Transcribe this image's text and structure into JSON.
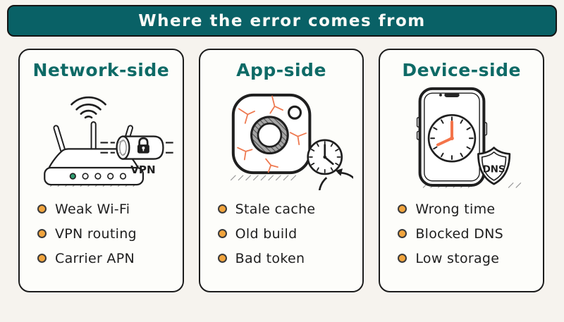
{
  "banner": {
    "title": "Where the error comes from"
  },
  "cards": [
    {
      "title": "Network-side",
      "illustration_icon": "router-wifi-vpn-tunnel-icon",
      "label": "VPN",
      "items": [
        "Weak Wi-Fi",
        "VPN routing",
        "Carrier APN"
      ]
    },
    {
      "title": "App-side",
      "illustration_icon": "cracked-app-refresh-clock-icon",
      "items": [
        "Stale cache",
        "Old build",
        "Bad token"
      ]
    },
    {
      "title": "Device-side",
      "illustration_icon": "phone-clock-dns-shield-icon",
      "label": "DNS",
      "items": [
        "Wrong time",
        "Blocked DNS",
        "Low storage"
      ]
    }
  ],
  "colors": {
    "banner_bg": "#096166",
    "heading_teal": "#0e6a66",
    "bullet_orange": "#f1a43d",
    "accent_coral": "#ee7950",
    "ink": "#1f1f1f",
    "page_bg": "#f6f3ee",
    "card_bg": "#fdfdfa",
    "router_led_green": "#2e9a6f"
  }
}
